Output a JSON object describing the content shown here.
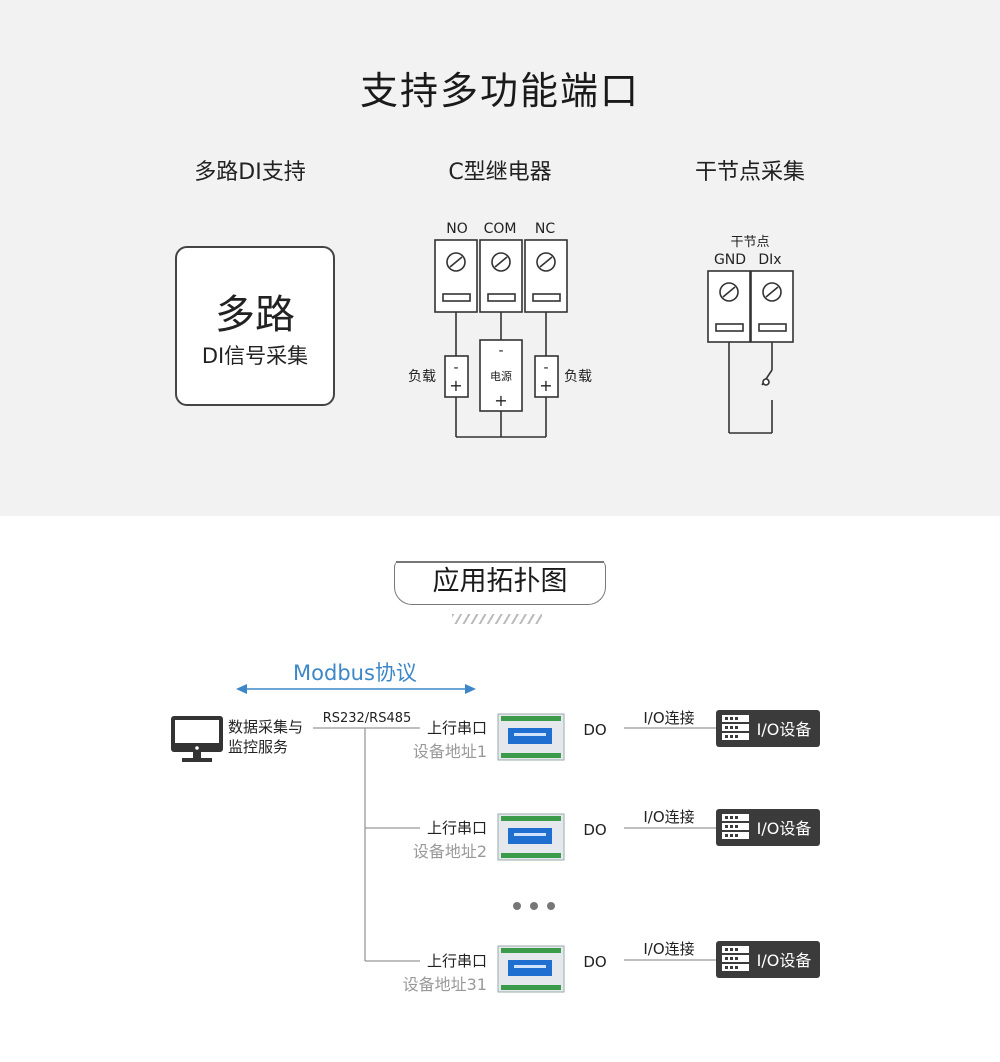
{
  "section1": {
    "title": "支持多功能端口",
    "col1": {
      "title": "多路DI支持",
      "big": "多路",
      "small": "DI信号采集"
    },
    "col2": {
      "title": "C型继电器",
      "terminals": [
        "NO",
        "COM",
        "NC"
      ],
      "load_label": "负载",
      "power_label": "电源",
      "minus": "-",
      "plus": "+"
    },
    "col3": {
      "title": "干节点采集",
      "caption": "干节点",
      "terminals": [
        "GND",
        "DIx"
      ]
    }
  },
  "section2": {
    "title": "应用拓扑图",
    "protocol": "Modbus协议",
    "host": {
      "line1": "数据采集与",
      "line2": "监控服务"
    },
    "bus": "RS232/RS485",
    "rows": [
      {
        "port": "上行串口",
        "address": "设备地址1",
        "do": "DO",
        "link": "I/O连接",
        "device": "I/O设备"
      },
      {
        "port": "上行串口",
        "address": "设备地址2",
        "do": "DO",
        "link": "I/O连接",
        "device": "I/O设备"
      },
      {
        "port": "上行串口",
        "address": "设备地址31",
        "do": "DO",
        "link": "I/O连接",
        "device": "I/O设备"
      }
    ]
  },
  "colors": {
    "top_bg": "#f2f2f2",
    "accent_blue": "#3d87c9",
    "device_box": "#3b3b3b",
    "module_blue": "#1f6fd1",
    "address_gray": "#999999"
  }
}
